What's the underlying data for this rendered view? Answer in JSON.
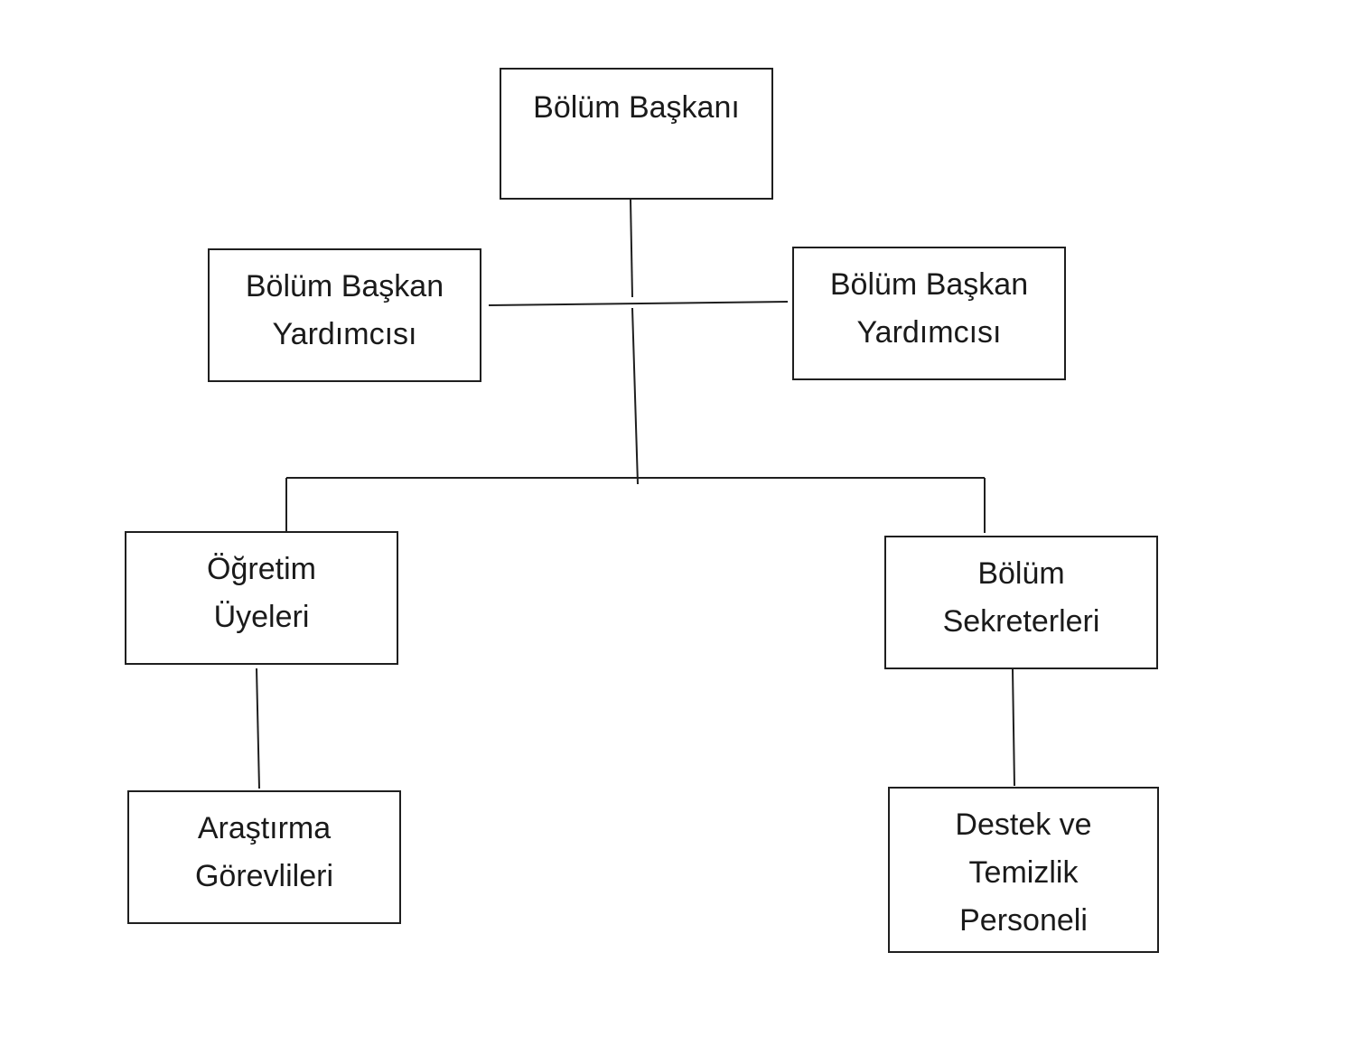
{
  "diagram": {
    "nodes": {
      "head": "Bölüm Başkanı",
      "deputy_left": "Bölüm Başkan\nYardımcısı",
      "deputy_right": "Bölüm Başkan\nYardımcısı",
      "faculty": "Öğretim\nÜyeleri",
      "secretaries": "Bölüm\nSekreterleri",
      "research_assistants": "Araştırma\nGörevlileri",
      "support_staff": "Destek ve\nTemizlik\nPersoneli"
    },
    "edges": [
      [
        "head",
        "deputy_left"
      ],
      [
        "head",
        "deputy_right"
      ],
      [
        "head",
        "faculty"
      ],
      [
        "head",
        "secretaries"
      ],
      [
        "faculty",
        "research_assistants"
      ],
      [
        "secretaries",
        "support_staff"
      ]
    ],
    "colors": {
      "border": "#1f1f1f",
      "text": "#1a1a1a",
      "background": "#ffffff"
    }
  }
}
